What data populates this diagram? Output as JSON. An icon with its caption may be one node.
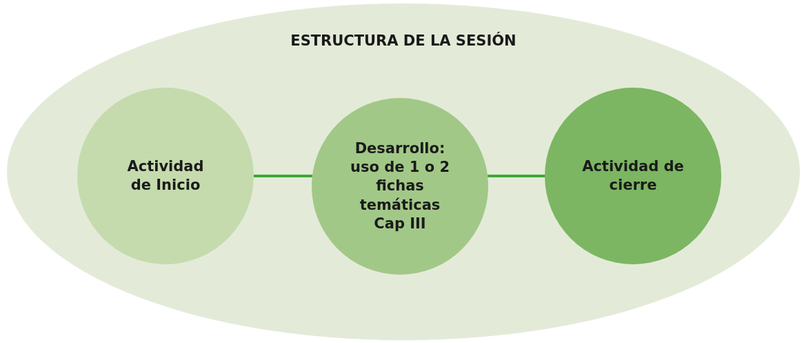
{
  "diagram": {
    "nodes": [
      {
        "text": [
          "ESTRUCTURA DE LA SESIÓN"
        ]
      },
      {
        "text": [
          "Actividad de Inicio"
        ],
        "in": 0
      },
      {
        "text": [
          "Desarrollo: uso de 1 o 2 fichas temáticas Cap III"
        ],
        "in": 0
      },
      {
        "text": [
          "Actividad de cierre"
        ],
        "in": 0
      }
    ],
    "edges": [
      {
        "from": 1,
        "to": 2,
        "arrow": "none"
      },
      {
        "from": 2,
        "to": 3,
        "arrow": "none"
      }
    ]
  }
}
